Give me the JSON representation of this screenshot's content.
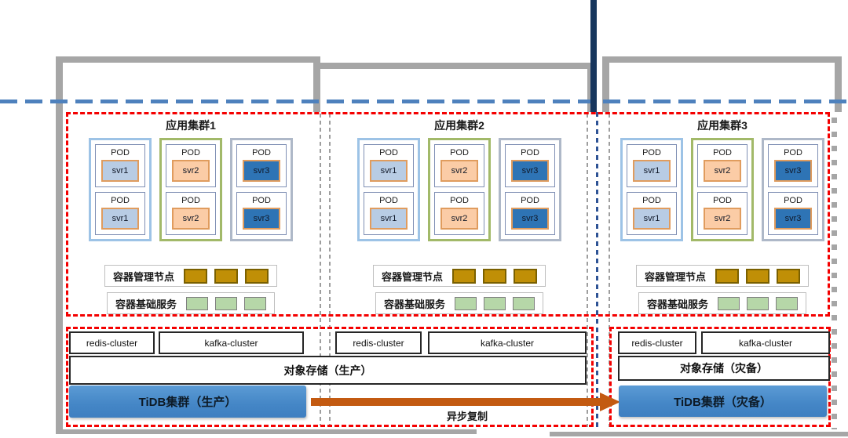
{
  "clusters": [
    {
      "title": "应用集群1",
      "columns": [
        {
          "svr": "svr1"
        },
        {
          "svr": "svr2"
        },
        {
          "svr": "svr3"
        }
      ]
    },
    {
      "title": "应用集群2",
      "columns": [
        {
          "svr": "svr1"
        },
        {
          "svr": "svr2"
        },
        {
          "svr": "svr3"
        }
      ]
    },
    {
      "title": "应用集群3",
      "columns": [
        {
          "svr": "svr1"
        },
        {
          "svr": "svr2"
        },
        {
          "svr": "svr3"
        }
      ]
    }
  ],
  "labels": {
    "pod": "POD",
    "container_mgmt": "容器管理节点",
    "container_base": "容器基础服务"
  },
  "production": {
    "redis1": "redis-cluster",
    "kafka1": "kafka-cluster",
    "redis2": "redis-cluster",
    "kafka2": "kafka-cluster",
    "object_storage": "对象存储（生产）",
    "tidb": "TiDB集群（生产）",
    "replication": "异步复制"
  },
  "disaster_recovery": {
    "redis": "redis-cluster",
    "kafka": "kafka-cluster",
    "object_storage": "对象存储（灾备）",
    "tidb": "TiDB集群（灾备）"
  },
  "colors": {
    "svr1_fill": "#b8cce4",
    "svr2_fill": "#fbcca6",
    "svr3_fill": "#2e74b5",
    "svr_border": "#e09c5e",
    "group_blue_border": "#9dc3e6",
    "group_green_border": "#a2b969",
    "group_gray_border": "#aeb8c8",
    "mgmt_square_fill": "#c08f06",
    "mgmt_square_border": "#7a6000",
    "base_square_fill": "#b6d7a8",
    "tidb_fill": "#4486c6",
    "replication_arrow": "#c35a11",
    "red_dashed_border": "#f40000",
    "blue_dashed_line": "#4e81bd",
    "navy_line": "#17365d",
    "frame_gray": "#a6a6a6"
  }
}
